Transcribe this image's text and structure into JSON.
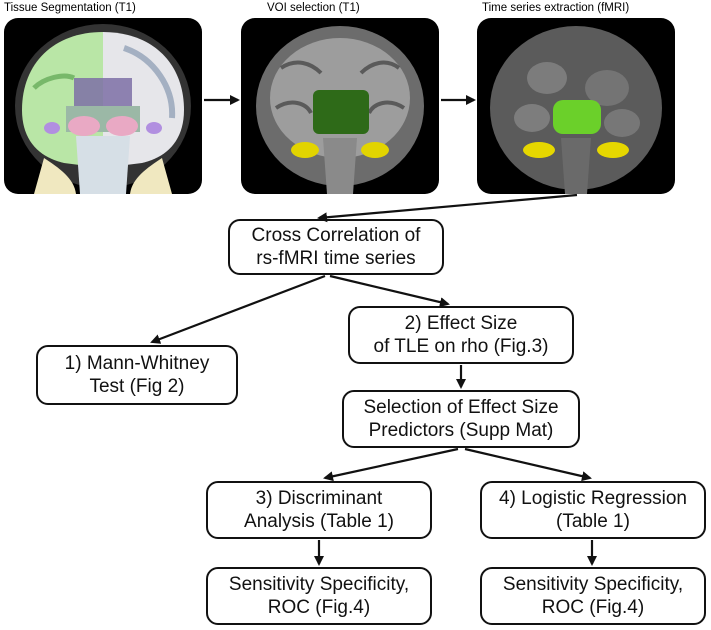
{
  "images": [
    {
      "label": "Tissue Segmentation (T1)"
    },
    {
      "label": "VOI selection (T1)"
    },
    {
      "label": "Time series extraction (fMRI)"
    }
  ],
  "boxes": {
    "cross_correlation": "Cross Correlation of\nrs-fMRI time series",
    "mann_whitney": "1) Mann-Whitney\nTest (Fig 2)",
    "effect_size": "2) Effect Size\nof TLE on rho (Fig.3)",
    "selection": "Selection of Effect Size\nPredictors (Supp Mat)",
    "discriminant": "3) Discriminant\nAnalysis (Table 1)",
    "logistic": "4) Logistic Regression\n(Table 1)",
    "sens_left": "Sensitivity Specificity,\nROC (Fig.4)",
    "sens_right": "Sensitivity Specificity,\nROC (Fig.4)"
  }
}
